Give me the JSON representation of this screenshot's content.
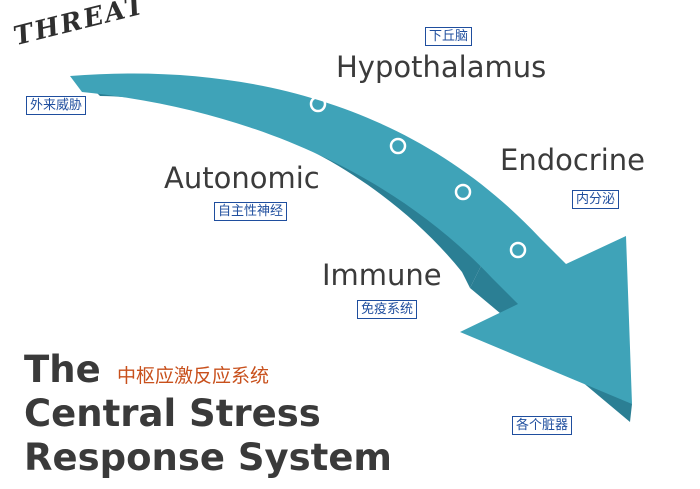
{
  "threat": "THREAT",
  "threat_cn": "外来威胁",
  "hypothalamus": {
    "label": "Hypothalamus",
    "cn": "下丘脑"
  },
  "autonomic": {
    "label": "Autonomic",
    "cn": "自主性神经"
  },
  "endocrine": {
    "label": "Endocrine",
    "cn": "内分泌"
  },
  "immune": {
    "label": "Immune",
    "cn": "免疫系统"
  },
  "organs_cn": "各个脏器",
  "title_lines": [
    "The",
    "Central Stress",
    "Response System"
  ],
  "subtitle_cn": "中枢应激反应系统",
  "colors": {
    "arrow_top": "#3fa3b8",
    "arrow_side": "#2b7f94",
    "label_cn": "#1f4e9e",
    "subtitle_cn": "#c8501c",
    "text": "#3b3b3b"
  }
}
